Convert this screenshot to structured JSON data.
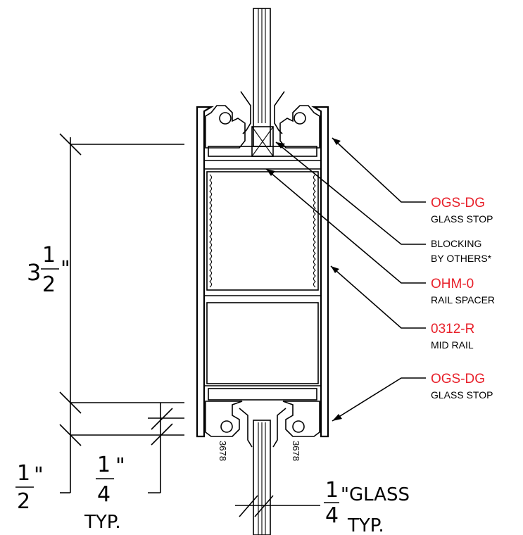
{
  "callouts": [
    {
      "code": "OGS-DG",
      "desc": "GLASS STOP",
      "color": "#e8202a"
    },
    {
      "code": "",
      "desc": "BLOCKING",
      "desc2": "BY OTHERS*"
    },
    {
      "code": "OHM-0",
      "desc": "RAIL SPACER",
      "color": "#e8202a"
    },
    {
      "code": "0312-R",
      "desc": "MID RAIL",
      "color": "#e8202a"
    },
    {
      "code": "OGS-DG",
      "desc": "GLASS STOP",
      "color": "#e8202a"
    }
  ],
  "dimensions": {
    "height": {
      "whole": "3",
      "num": "1",
      "den": "2",
      "unit": "\""
    },
    "half": {
      "num": "1",
      "den": "2",
      "unit": "\""
    },
    "quarter": {
      "num": "1",
      "den": "4",
      "unit": "\"",
      "note": "TYP."
    },
    "glass": {
      "num": "1",
      "den": "4",
      "unit": "\"GLASS",
      "note": "TYP."
    }
  },
  "part_numbers": [
    "3678",
    "3678"
  ]
}
